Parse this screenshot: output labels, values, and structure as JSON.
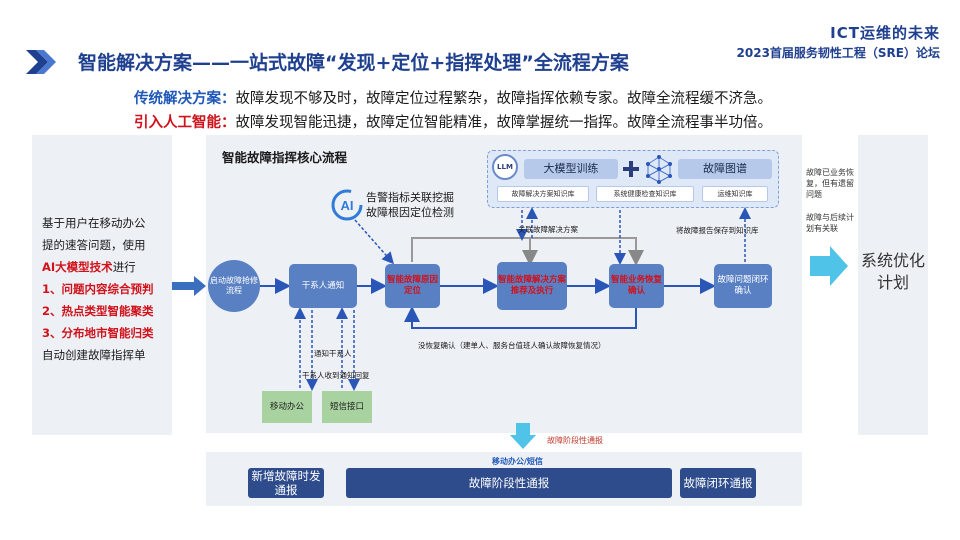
{
  "header": {
    "brand_line1": "ICT运维的未来",
    "brand_line2": "2023首届服务韧性工程（SRE）论坛",
    "title": "智能解决方案——一站式故障“发现+定位+指挥处理”全流程方案"
  },
  "summary": {
    "traditional_label": "传统解决方案：",
    "traditional_text": "故障发现不够及时，故障定位过程繁杂，故障指挥依赖专家。故障全流程缓不济急。",
    "ai_label": "引入人工智能：",
    "ai_text": "故障发现智能迅捷，故障定位智能精准，故障掌握统一指挥。故障全流程事半功倍。"
  },
  "left_panel": {
    "line1": "基于用户在移动办公",
    "line2": "提的速答问题，使用",
    "line3_red": "AI大模型技术",
    "line3_rest": "进行",
    "item1": "1、问题内容综合预判",
    "item2": "2、热点类型智能聚类",
    "item3": "3、分布地市智能归类",
    "line_end": "自动创建故障指挥单"
  },
  "core": {
    "title": "智能故障指挥核心流程",
    "llm_icon_text": "LLM",
    "model_training": "大模型训练",
    "fault_graph": "故障图谱",
    "kb1": "故障解决方案知识库",
    "kb2": "系统健康检查知识库",
    "kb3": "运维知识库",
    "ai_badge": "AI",
    "ai_line1": "告警指标关联挖掘",
    "ai_line2": "故障根因定位检测",
    "link_plan": "关联故障解决方案",
    "store_kb": "将故障报告保存到知识库",
    "nodes": {
      "start": "启动故障抢修流程",
      "notify": "干系人通知",
      "locate": "智能故障原因定位",
      "recommend": "智能故障解决方案推荐及执行",
      "confirm": "智能业务恢复确认",
      "close": "故障问题闭环确认"
    },
    "no_recover": "没恢复确认（建单人、服务台值班人确认故障恢复情况）",
    "notify_people": "通知干系人",
    "people_ack": "干系人收到通知回复",
    "mobile_office": "移动办公",
    "sms": "短信接口"
  },
  "right_panel": {
    "note1": "故障已业务恢复，但有遗留问题",
    "note2": "故障与后续计划有关联",
    "label": "系统优化计划"
  },
  "bottom": {
    "stage_notice": "故障阶段性通报",
    "channel": "移动办公/短信",
    "new_fault": "新增故障时发通报",
    "stage_report": "故障阶段性通报",
    "close_report": "故障闭环通报"
  },
  "colors": {
    "brand_blue": "#1f3f8f",
    "accent_red": "#d0121b",
    "node_blue": "#5a80c4",
    "dark_blue": "#2e4c8c",
    "green": "#a8d3a0",
    "cyan_arrow": "#4fc3e8"
  }
}
